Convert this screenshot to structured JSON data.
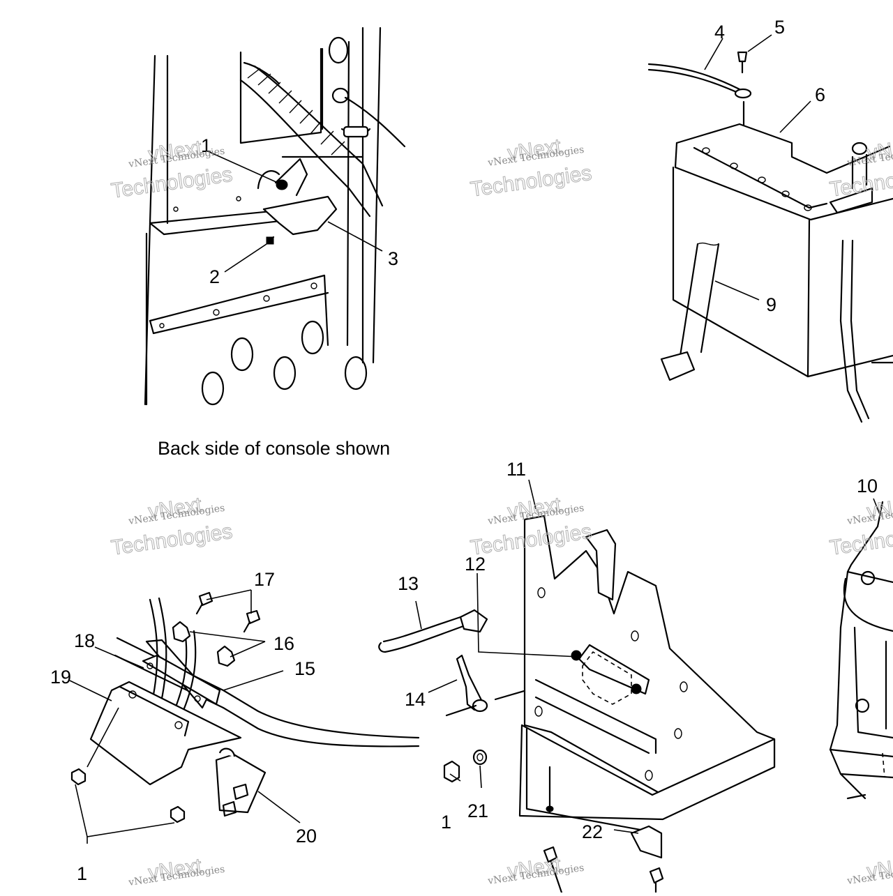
{
  "diagram": {
    "caption": "Back side of console shown",
    "watermark": {
      "small": "vNext Technologies",
      "top": "vNext",
      "bottom": "Technologies"
    },
    "callouts": [
      {
        "id": "c1a",
        "label": "1"
      },
      {
        "id": "c2",
        "label": "2"
      },
      {
        "id": "c3",
        "label": "3"
      },
      {
        "id": "c4",
        "label": "4"
      },
      {
        "id": "c5",
        "label": "5"
      },
      {
        "id": "c6",
        "label": "6"
      },
      {
        "id": "c9",
        "label": "9"
      },
      {
        "id": "c10",
        "label": "10"
      },
      {
        "id": "c11",
        "label": "11"
      },
      {
        "id": "c12",
        "label": "12"
      },
      {
        "id": "c13",
        "label": "13"
      },
      {
        "id": "c14",
        "label": "14"
      },
      {
        "id": "c15",
        "label": "15"
      },
      {
        "id": "c16",
        "label": "16"
      },
      {
        "id": "c17",
        "label": "17"
      },
      {
        "id": "c18",
        "label": "18"
      },
      {
        "id": "c19",
        "label": "19"
      },
      {
        "id": "c20",
        "label": "20"
      },
      {
        "id": "c1b",
        "label": "1"
      },
      {
        "id": "c21",
        "label": "21"
      },
      {
        "id": "c22",
        "label": "22"
      },
      {
        "id": "c1c",
        "label": "1"
      }
    ]
  }
}
